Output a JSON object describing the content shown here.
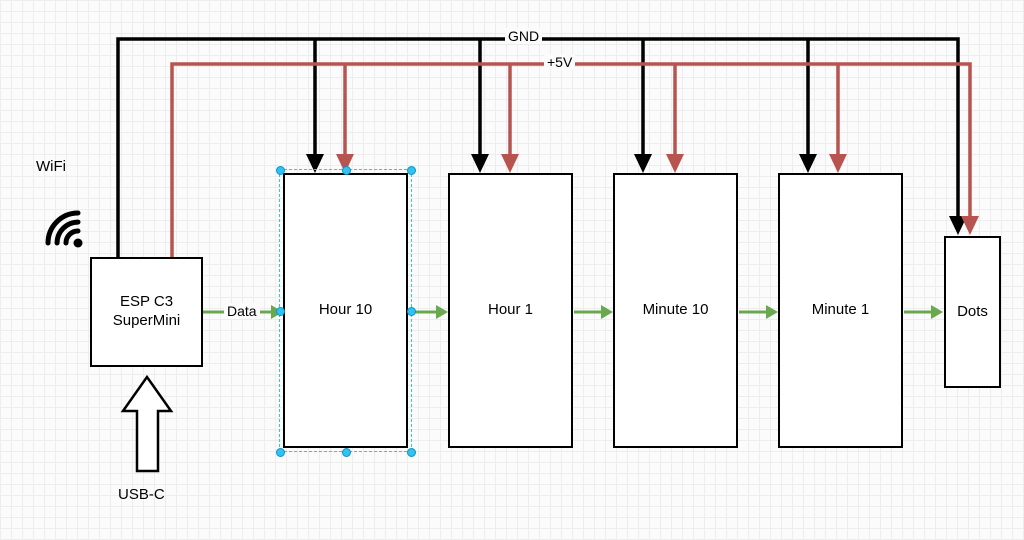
{
  "labels": {
    "gnd": "GND",
    "plus5v": "+5V",
    "data": "Data",
    "wifi": "WiFi",
    "usb": "USB-C"
  },
  "nodes": {
    "esp": {
      "line1": "ESP C3",
      "line2": "SuperMini"
    },
    "hour10": {
      "label": "Hour 10"
    },
    "hour1": {
      "label": "Hour 1"
    },
    "minute10": {
      "label": "Minute 10"
    },
    "minute1": {
      "label": "Minute 1"
    },
    "dots": {
      "label": "Dots"
    }
  },
  "colors": {
    "gnd": "#000000",
    "power": "#b85450",
    "data": "#6aa84f",
    "selection": "#30c2f2"
  }
}
